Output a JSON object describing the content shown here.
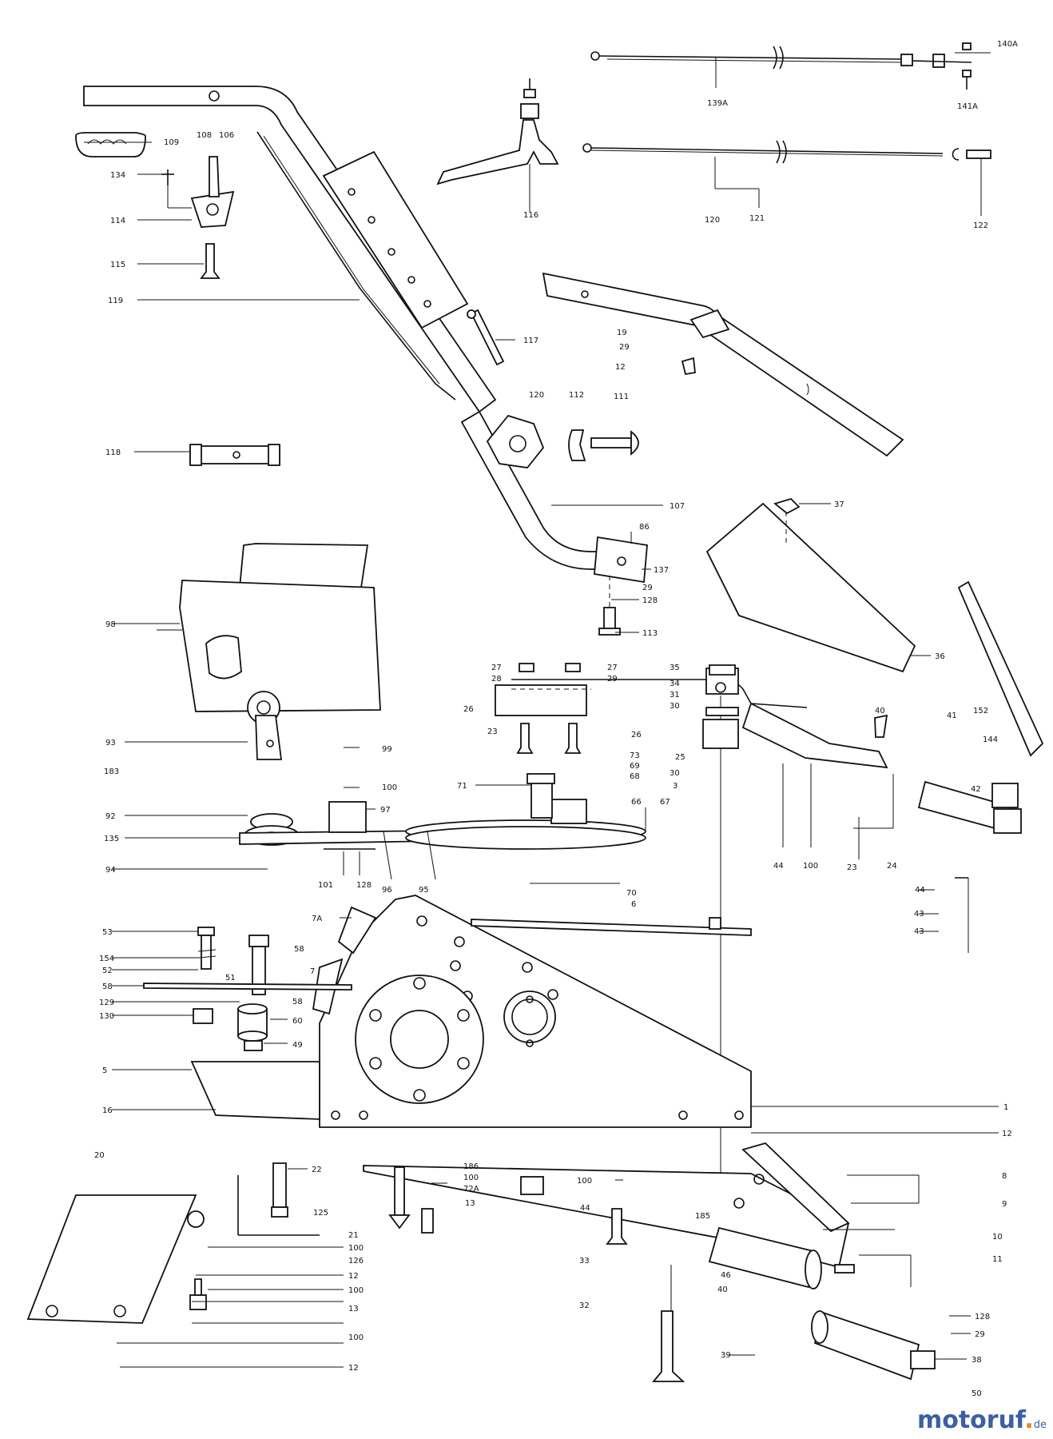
{
  "labels": [
    {
      "id": "l140a",
      "text": "140A"
    },
    {
      "id": "l139a",
      "text": "139A"
    },
    {
      "id": "l141a",
      "text": "141A"
    },
    {
      "id": "l116",
      "text": "116"
    },
    {
      "id": "l120a",
      "text": "120"
    },
    {
      "id": "l121",
      "text": "121"
    },
    {
      "id": "l122",
      "text": "122"
    },
    {
      "id": "l108",
      "text": "108"
    },
    {
      "id": "l106",
      "text": "106"
    },
    {
      "id": "l109",
      "text": "109"
    },
    {
      "id": "l134",
      "text": "134"
    },
    {
      "id": "l114",
      "text": "114"
    },
    {
      "id": "l115",
      "text": "115"
    },
    {
      "id": "l119",
      "text": "119"
    },
    {
      "id": "l117",
      "text": "117"
    },
    {
      "id": "l19",
      "text": "19"
    },
    {
      "id": "l29a",
      "text": "29"
    },
    {
      "id": "l12a",
      "text": "12"
    },
    {
      "id": "l120b",
      "text": "120"
    },
    {
      "id": "l112",
      "text": "112"
    },
    {
      "id": "l111",
      "text": "111"
    },
    {
      "id": "l118",
      "text": "118"
    },
    {
      "id": "l107",
      "text": "107"
    },
    {
      "id": "l37",
      "text": "37"
    },
    {
      "id": "l86",
      "text": "86"
    },
    {
      "id": "l137",
      "text": "137"
    },
    {
      "id": "l29b",
      "text": "29"
    },
    {
      "id": "l128a",
      "text": "128"
    },
    {
      "id": "l113",
      "text": "113"
    },
    {
      "id": "l98",
      "text": "98"
    },
    {
      "id": "l36",
      "text": "36"
    },
    {
      "id": "l27a",
      "text": "27"
    },
    {
      "id": "l28a",
      "text": "28"
    },
    {
      "id": "l27b",
      "text": "27"
    },
    {
      "id": "l29c",
      "text": "29"
    },
    {
      "id": "l35",
      "text": "35"
    },
    {
      "id": "l34",
      "text": "34"
    },
    {
      "id": "l31",
      "text": "31"
    },
    {
      "id": "l30a",
      "text": "30"
    },
    {
      "id": "l26",
      "text": "26"
    },
    {
      "id": "l23a",
      "text": "23"
    },
    {
      "id": "l26b",
      "text": "26"
    },
    {
      "id": "l25",
      "text": "25"
    },
    {
      "id": "l40a",
      "text": "40"
    },
    {
      "id": "l41",
      "text": "41"
    },
    {
      "id": "l152",
      "text": "152"
    },
    {
      "id": "l144",
      "text": "144"
    },
    {
      "id": "l93",
      "text": "93"
    },
    {
      "id": "l183",
      "text": "183"
    },
    {
      "id": "l99",
      "text": "99"
    },
    {
      "id": "l73",
      "text": "73"
    },
    {
      "id": "l69",
      "text": "69"
    },
    {
      "id": "l68",
      "text": "68"
    },
    {
      "id": "l30b",
      "text": "30"
    },
    {
      "id": "l3",
      "text": "3"
    },
    {
      "id": "l100a",
      "text": "100"
    },
    {
      "id": "l71",
      "text": "71"
    },
    {
      "id": "l42",
      "text": "42"
    },
    {
      "id": "l92",
      "text": "92"
    },
    {
      "id": "l97",
      "text": "97"
    },
    {
      "id": "l66",
      "text": "66"
    },
    {
      "id": "l67",
      "text": "67"
    },
    {
      "id": "l135",
      "text": "135"
    },
    {
      "id": "l44a",
      "text": "44"
    },
    {
      "id": "l100b",
      "text": "100"
    },
    {
      "id": "l23b",
      "text": "23"
    },
    {
      "id": "l24",
      "text": "24"
    },
    {
      "id": "l94",
      "text": "94"
    },
    {
      "id": "l101",
      "text": "101"
    },
    {
      "id": "l128b",
      "text": "128"
    },
    {
      "id": "l96",
      "text": "96"
    },
    {
      "id": "l95",
      "text": "95"
    },
    {
      "id": "l44b",
      "text": "44"
    },
    {
      "id": "l70",
      "text": "70"
    },
    {
      "id": "l6",
      "text": "6"
    },
    {
      "id": "l43a",
      "text": "43"
    },
    {
      "id": "l43b",
      "text": "43"
    },
    {
      "id": "l53",
      "text": "53"
    },
    {
      "id": "l7a",
      "text": "7A"
    },
    {
      "id": "l58a",
      "text": "58"
    },
    {
      "id": "l154",
      "text": "154"
    },
    {
      "id": "l52",
      "text": "52"
    },
    {
      "id": "l51",
      "text": "51"
    },
    {
      "id": "l58b",
      "text": "58"
    },
    {
      "id": "l7",
      "text": "7"
    },
    {
      "id": "l129",
      "text": "129"
    },
    {
      "id": "l58c",
      "text": "58"
    },
    {
      "id": "l130",
      "text": "130"
    },
    {
      "id": "l60",
      "text": "60"
    },
    {
      "id": "l49",
      "text": "49"
    },
    {
      "id": "l5",
      "text": "5"
    },
    {
      "id": "l16",
      "text": "16"
    },
    {
      "id": "l1",
      "text": "1"
    },
    {
      "id": "l12b",
      "text": "12"
    },
    {
      "id": "l20",
      "text": "20"
    },
    {
      "id": "l22",
      "text": "22"
    },
    {
      "id": "l186",
      "text": "186"
    },
    {
      "id": "l100c",
      "text": "100"
    },
    {
      "id": "l72a",
      "text": "72A"
    },
    {
      "id": "l13a",
      "text": "13"
    },
    {
      "id": "l100d",
      "text": "100"
    },
    {
      "id": "l44c",
      "text": "44"
    },
    {
      "id": "l8",
      "text": "8"
    },
    {
      "id": "l9",
      "text": "9"
    },
    {
      "id": "l125",
      "text": "125"
    },
    {
      "id": "l185",
      "text": "185"
    },
    {
      "id": "l21",
      "text": "21"
    },
    {
      "id": "l100e",
      "text": "100"
    },
    {
      "id": "l126",
      "text": "126"
    },
    {
      "id": "l10",
      "text": "10"
    },
    {
      "id": "l12c",
      "text": "12"
    },
    {
      "id": "l33",
      "text": "33"
    },
    {
      "id": "l11",
      "text": "11"
    },
    {
      "id": "l100f",
      "text": "100"
    },
    {
      "id": "l46",
      "text": "46"
    },
    {
      "id": "l40b",
      "text": "40"
    },
    {
      "id": "l13b",
      "text": "13"
    },
    {
      "id": "l32",
      "text": "32"
    },
    {
      "id": "l128c",
      "text": "128"
    },
    {
      "id": "l29d",
      "text": "29"
    },
    {
      "id": "l100g",
      "text": "100"
    },
    {
      "id": "l38",
      "text": "38"
    },
    {
      "id": "l39",
      "text": "39"
    },
    {
      "id": "l12d",
      "text": "12"
    },
    {
      "id": "l50",
      "text": "50"
    }
  ],
  "watermark": {
    "brand_a": "motoruf",
    "brand_b": ".",
    "brand_c": "de"
  }
}
